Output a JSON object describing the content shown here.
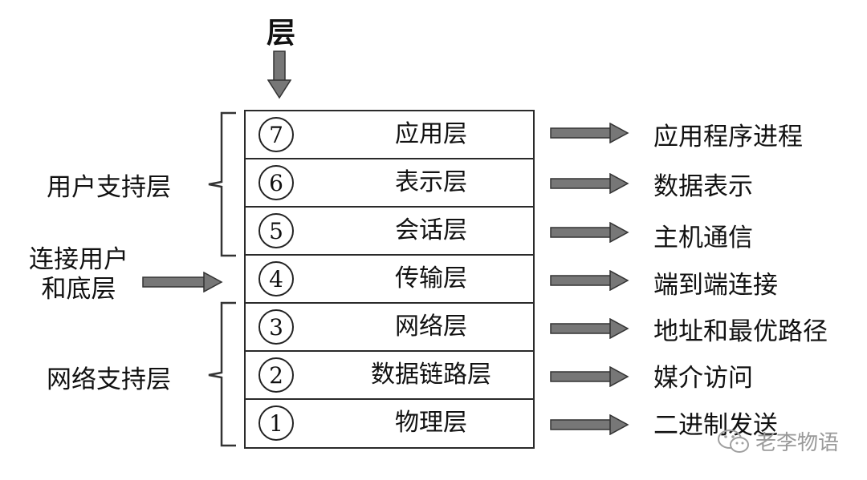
{
  "header": {
    "title": "层"
  },
  "layers": [
    {
      "number": "7",
      "name": "应用层",
      "description": "应用程序进程"
    },
    {
      "number": "6",
      "name": "表示层",
      "description": "数据表示"
    },
    {
      "number": "5",
      "name": "会话层",
      "description": "主机通信"
    },
    {
      "number": "4",
      "name": "传输层",
      "description": "端到端连接"
    },
    {
      "number": "3",
      "name": "网络层",
      "description": "地址和最优路径"
    },
    {
      "number": "2",
      "name": "数据链路层",
      "description": "媒介访问"
    },
    {
      "number": "1",
      "name": "物理层",
      "description": "二进制发送"
    }
  ],
  "groups": {
    "upper": "用户支持层",
    "transport": "连接用户和底层",
    "lower": "网络支持层"
  },
  "watermark": {
    "text": "老李物语"
  }
}
